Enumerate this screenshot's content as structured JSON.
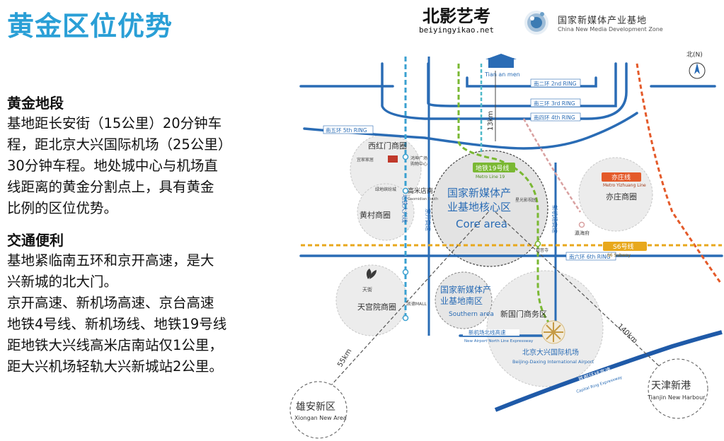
{
  "title": "黄金区位优势",
  "brand": {
    "logo_text": "北影艺考",
    "logo_url": "beiyingyikao.net"
  },
  "zone": {
    "name_cn": "国家新媒体产业基地",
    "name_en": "China New Media Development Zone"
  },
  "sections": [
    {
      "heading": "黄金地段",
      "lines": [
        "基地距长安街（15公里）20分钟车",
        "程，距北京大兴国际机场（25公里）",
        "30分钟车程。地处城中心与机场直",
        "线距离的黄金分割点上，具有黄金",
        "比例的区位优势。"
      ]
    },
    {
      "heading": "交通便利",
      "lines": [
        "基地紧临南五环和京开高速，是大",
        "兴新城的北大门。",
        "京开高速、新机场高速、京台高速",
        "地铁4号线、新机场线、地铁19号线",
        "距地铁大兴线高米店南站仅1公里，",
        "距大兴机场轻轨大兴新城站2公里。"
      ]
    }
  ],
  "map": {
    "compass": "北(N)",
    "tiananmen": "Tian an men",
    "ring2": "南二环 2nd RING",
    "ring3": "南三环 3rd RING",
    "ring4": "南四环 4th RING",
    "ring5": "南五环 5th RING",
    "ring6": "南六环 6th RING",
    "dist_13km": "13km",
    "dist_55km": "55km",
    "dist_140km": "140km",
    "xihongmen": "西红门商圈",
    "huangcun": "黄村商圈",
    "yizhuang": "亦庄商圈",
    "tiangongyuan": "天宫院商圈",
    "core_cn_1": "国家新媒体产",
    "core_cn_2": "业基地核心区",
    "core_en": "Core area",
    "south_cn_1": "国家新媒体产",
    "south_cn_2": "业基地南区",
    "south_en": "Southern area",
    "xinguomen": "新国门商务区",
    "airport_cn": "北京大兴国际机场",
    "airport_en": "Beijing-Daxing International Airport",
    "xiongan_cn": "雄安新区",
    "xiongan_en": "Xiongan New Area",
    "tianjin_cn": "天津新港",
    "tianjin_en": "Tianjin New Harbour",
    "metro19": "地铁19号线",
    "metro19_en": "Metro Line 19",
    "daxing_line": "地铁大兴线",
    "jingkai": "京开高速",
    "airport_exp": "新机场高速",
    "yizhuang_line": "亦庄线",
    "yizhuang_line_en": "Metro Yizhuang Line",
    "r_line": "S6号线",
    "r_line_en": "S6 Subway",
    "north_line": "新机场北线高速",
    "north_line_en": "New Airport North Line Expressway",
    "capital_ring": "首都环线高速",
    "capital_ring_en": "Capital Ring Expressway",
    "gaomidian": "高米店南",
    "gaomidian_en": "Gaomidian South",
    "haihui": "鸿坤广场",
    "haihui2": "购物中心",
    "jiahui": "宜家家居",
    "lvdi": "绿地缤纷城",
    "xinghui": "星光影视园",
    "yinghai": "瀛海府",
    "tianlu": "天街",
    "mall": "凯德MALL",
    "guanyin": "观音寺"
  }
}
